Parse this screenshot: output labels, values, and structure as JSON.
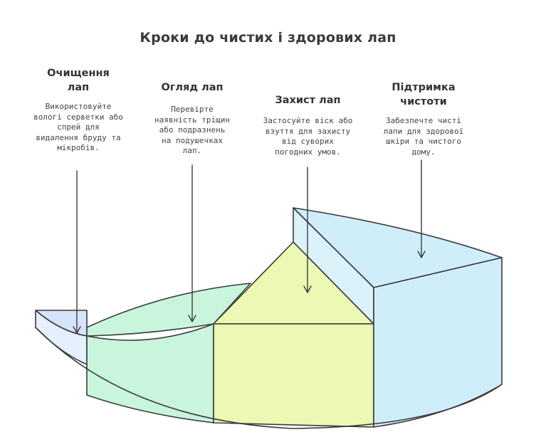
{
  "title": "Кроки до чистих і здорових лап",
  "steps": [
    {
      "title_lines": [
        "Очищення",
        "лап"
      ],
      "desc_lines": [
        "Використовуйте",
        "вологі серветки або",
        "спрей для",
        "видалення бруду та",
        "мікробів."
      ],
      "color": "#d6e4fb"
    },
    {
      "title_lines": [
        "Огляд лап"
      ],
      "desc_lines": [
        "Перевірте",
        "наявність тріщин",
        "або подразнень",
        "на подушечках",
        "лап."
      ],
      "color": "#c8f5dc"
    },
    {
      "title_lines": [
        "Захист лап"
      ],
      "desc_lines": [
        "Застосуйте віск або",
        "взуття для захисту",
        "від суворих",
        "погодних умов."
      ],
      "color": "#ecf8b4"
    },
    {
      "title_lines": [
        "Підтримка",
        "чистоти"
      ],
      "desc_lines": [
        "Забезпечте чисті",
        "лапи для здорової",
        "шкіри та чистого",
        "дому."
      ],
      "color": "#d0eefa"
    }
  ]
}
